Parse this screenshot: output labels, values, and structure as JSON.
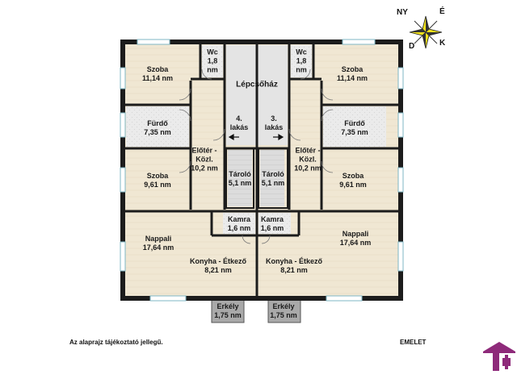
{
  "compass": {
    "n": "É",
    "s": "D",
    "e": "K",
    "w": "NY"
  },
  "rooms": [
    {
      "id": "szoba-nw",
      "name": "Szoba",
      "area": "11,14 nm"
    },
    {
      "id": "wc-w",
      "name": "Wc",
      "area": "1,8 nm",
      "wrap": true
    },
    {
      "id": "lepcsohaz",
      "name": "Lépcsőház",
      "area": ""
    },
    {
      "id": "wc-e",
      "name": "Wc",
      "area": "1,8 nm",
      "wrap": true
    },
    {
      "id": "szoba-ne",
      "name": "Szoba",
      "area": "11,14 nm"
    },
    {
      "id": "furdo-w",
      "name": "Fürdő",
      "area": "7,35 nm"
    },
    {
      "id": "lakas-4",
      "name": "4.",
      "area": "lakás"
    },
    {
      "id": "lakas-3",
      "name": "3.",
      "area": "lakás"
    },
    {
      "id": "furdo-e",
      "name": "Fürdő",
      "area": "7,35 nm"
    },
    {
      "id": "eloter-w",
      "name": "Előtér -",
      "area": "Közl.",
      "extra": "10,2 nm"
    },
    {
      "id": "eloter-e",
      "name": "Előtér -",
      "area": "Közl.",
      "extra": "10,2 nm"
    },
    {
      "id": "szoba-w",
      "name": "Szoba",
      "area": "9,61 nm"
    },
    {
      "id": "tarolo-w",
      "name": "Tároló",
      "area": "5,1 nm"
    },
    {
      "id": "tarolo-e",
      "name": "Tároló",
      "area": "5,1 nm"
    },
    {
      "id": "szoba-e",
      "name": "Szoba",
      "area": "9,61 nm"
    },
    {
      "id": "kamra-w",
      "name": "Kamra",
      "area": "1,6 nm"
    },
    {
      "id": "kamra-e",
      "name": "Kamra",
      "area": "1,6 nm"
    },
    {
      "id": "nappali-w",
      "name": "Nappali",
      "area": "17,64 nm"
    },
    {
      "id": "nappali-e",
      "name": "Nappali",
      "area": "17,64 nm"
    },
    {
      "id": "konyha-w",
      "name": "Konyha - Étkező",
      "area": "8,21 nm"
    },
    {
      "id": "konyha-e",
      "name": "Konyha - Étkező",
      "area": "8,21 nm"
    },
    {
      "id": "erkely-w",
      "name": "Erkély",
      "area": "1,75 nm"
    },
    {
      "id": "erkely-e",
      "name": "Erkély",
      "area": "1,75 nm"
    }
  ],
  "footer": {
    "disclaimer": "Az alaprajz tájékoztató jellegű.",
    "floor": "EMELET"
  },
  "colors": {
    "wall": "#1c1c1c",
    "floor_wood": "#f0e8d6",
    "floor_tile": "#e8e8e8",
    "stair": "#d8d8d8",
    "window": "#9fd0d8",
    "balcony": "#a8a8a8",
    "logo": "#8e2a7a"
  }
}
